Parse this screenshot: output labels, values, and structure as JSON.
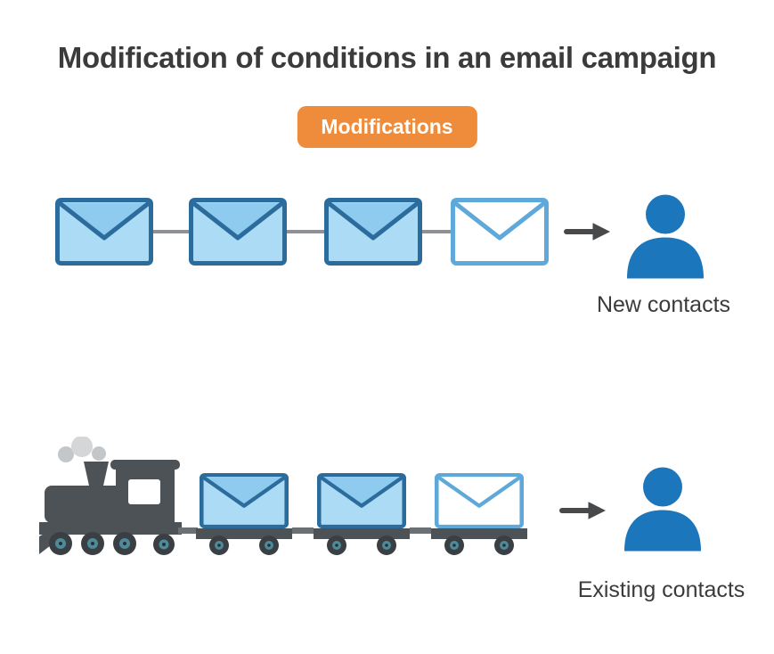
{
  "title": "Modification of conditions in an email campaign",
  "badge": {
    "label": "Modifications"
  },
  "flow_new": {
    "label": "New contacts",
    "sequence": [
      "sent-email",
      "sent-email",
      "sent-email",
      "pending-email"
    ],
    "target": "new-contact-person"
  },
  "flow_existing": {
    "label": "Existing contacts",
    "vehicle": "train",
    "sequence": [
      "sent-email",
      "sent-email",
      "pending-email"
    ],
    "target": "existing-contact-person"
  },
  "icons": {
    "envelope": "envelope-icon",
    "envelope_outline": "envelope-outline-icon",
    "arrow": "arrow-right-icon",
    "person": "person-icon",
    "train": "train-icon"
  },
  "colors": {
    "badge_bg": "#EE8C3B",
    "badge_text": "#FFFFFF",
    "envelope_fill": "#ACDBF5",
    "envelope_flap": "#8FCBEE",
    "envelope_border": "#2B6C9C",
    "envelope_outline_border": "#5FA9DA",
    "connector_line": "#8E9296",
    "arrow": "#47494B",
    "person": "#1B76BC",
    "train_body": "#4D5256",
    "wheel_hub": "#4E8A99",
    "smoke": "#C9CCCE",
    "title_text": "#3B3B3B"
  }
}
